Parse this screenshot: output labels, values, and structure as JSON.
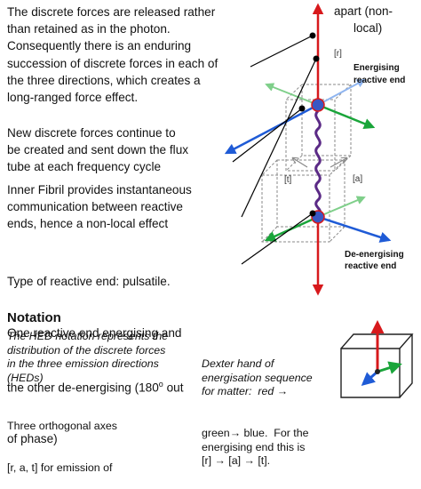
{
  "paragraphs": {
    "p1": "The discrete forces are released rather\nthan retained as in the photon.\nConsequently there is an enduring\nsuccession of discrete forces in each of\nthe three directions, which creates a\nlong-ranged force effect.",
    "p2": "New discrete forces continue to\nbe created and sent down the flux\ntube at each frequency cycle",
    "p3": "Inner Fibril provides instantaneous\ncommunication between reactive\nends, hence a non-local effect",
    "p4_line1": "Type of reactive end: pulsatile.",
    "p4_line2": "One reactive end energising and",
    "p4_line3a": "the other de-energising (180",
    "p4_deg": "o",
    "p4_line3b": " out",
    "p4_line4": "of phase)"
  },
  "notation": {
    "title": "Notation",
    "description": "The HED notation represents the\ndistribution of the discrete forces\nin the three emission directions\n(HEDs)",
    "axes_line1": "Three orthogonal axes",
    "axes_line2": "[r, a, t] for emission of"
  },
  "dexter": {
    "italic": "Dexter hand of\nenergisation sequence\nfor matter:  red →",
    "plain": "green→ blue.  For the\nenergising end this is\n[r] → [a] → [t]."
  },
  "diagram": {
    "top_label_line1": "apart (non-",
    "top_label_line2": "local)",
    "r_label": "[r]",
    "t_label": "[t]",
    "a_label": "[a]",
    "energising_line1": "Energising",
    "energising_line2": "reactive end",
    "deenergising_line1": "De-energising",
    "deenergising_line2": "reactive end"
  },
  "colors": {
    "red_axis": "#d7191c",
    "green_axis": "#1aa53a",
    "blue_axis": "#1f5bd6",
    "fibril": "#5b2a86",
    "pointer": "#000000",
    "dashed_box": "#8a8a8a"
  }
}
